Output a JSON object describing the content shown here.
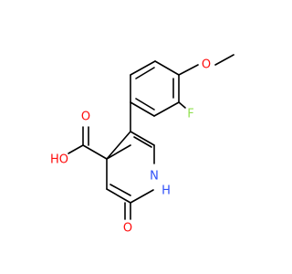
{
  "molecule": {
    "atoms": {
      "methoxy_o": "O",
      "fluorine": "F",
      "acid_carbonyl_o": "O",
      "acid_hydroxyl": "HO",
      "ring_nh_n": "N",
      "ring_nh_h": "H",
      "ring_carbonyl_o": "O"
    },
    "element_colors": {
      "O": "#ff0d0d",
      "N": "#3050f8",
      "F": "#90e050",
      "C": "#000000"
    }
  }
}
